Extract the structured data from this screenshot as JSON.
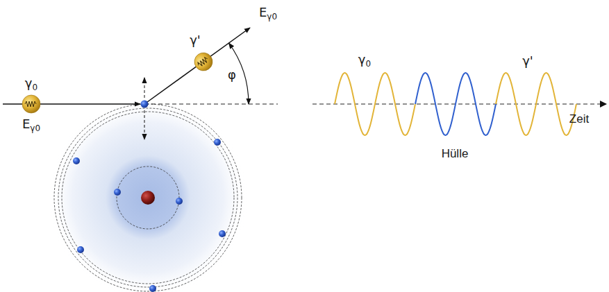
{
  "diagram": {
    "labels": [
      "γ0",
      "Eγ0",
      "γ'",
      "Eγ0",
      "φ",
      "γ0",
      "γ'",
      "Hülle",
      "Zeit"
    ]
  }
}
